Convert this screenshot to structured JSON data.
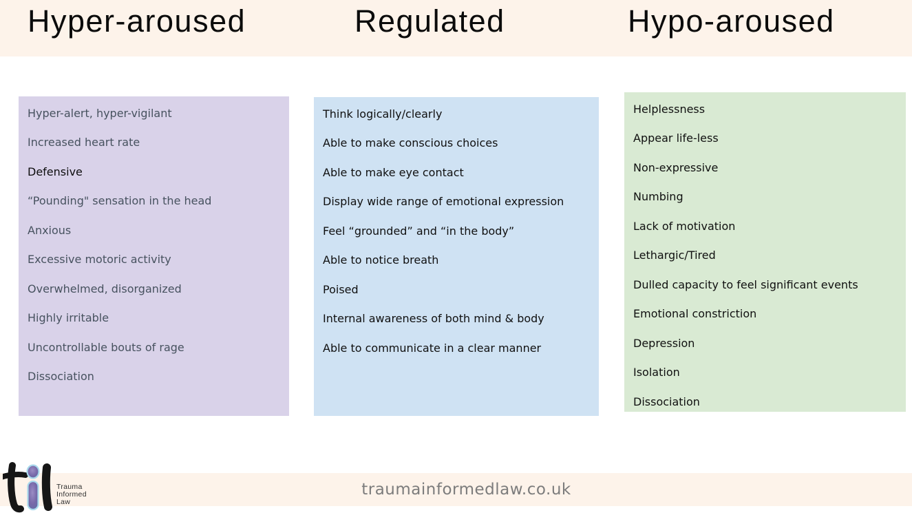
{
  "header": {
    "titles": [
      "Hyper-aroused",
      "Regulated",
      "Hypo-aroused"
    ]
  },
  "columns": [
    {
      "name": "hyper-aroused",
      "bg": "#d9d2e9",
      "items": [
        {
          "text": "Hyper-alert, hyper-vigilant"
        },
        {
          "text": "Increased heart rate"
        },
        {
          "text": "Defensive",
          "em": true
        },
        {
          "text": "“Pounding\" sensation in the head"
        },
        {
          "text": "Anxious"
        },
        {
          "text": "Excessive motoric activity"
        },
        {
          "text": "Overwhelmed, disorganized"
        },
        {
          "text": "Highly irritable"
        },
        {
          "text": "Uncontrollable bouts of rage"
        },
        {
          "text": "Dissociation"
        }
      ]
    },
    {
      "name": "regulated",
      "bg": "#cfe2f3",
      "items": [
        {
          "text": "Think logically/clearly"
        },
        {
          "text": "Able to make conscious choices"
        },
        {
          "text": "Able to make eye contact"
        },
        {
          "text": "Display wide range of emotional expression"
        },
        {
          "text": "Feel “grounded” and “in the body”"
        },
        {
          "text": "Able to notice breath"
        },
        {
          "text": "Poised"
        },
        {
          "text": "Internal awareness of both mind & body"
        },
        {
          "text": "Able to communicate in a clear manner"
        }
      ]
    },
    {
      "name": "hypo-aroused",
      "bg": "#d9ead3",
      "items": [
        {
          "text": "Helplessness"
        },
        {
          "text": "Appear life-less"
        },
        {
          "text": "Non-expressive"
        },
        {
          "text": "Numbing"
        },
        {
          "text": "Lack of motivation"
        },
        {
          "text": "Lethargic/Tired"
        },
        {
          "text": "Dulled capacity to feel significant events"
        },
        {
          "text": "Emotional constriction"
        },
        {
          "text": "Depression"
        },
        {
          "text": "Isolation"
        },
        {
          "text": "Dissociation"
        }
      ]
    }
  ],
  "footer": {
    "website": "traumainformedlaw.co.uk",
    "logo_text": "til",
    "logo_tagline": [
      "Trauma",
      "Informed",
      "Law"
    ]
  },
  "colors": {
    "band_bg": "#fdf3ea",
    "hyper_bg": "#d9d2e9",
    "regulated_bg": "#cfe2f3",
    "hypo_bg": "#d9ead3",
    "hyper_text": "#47525f",
    "body_text": "#101010",
    "footer_text": "#7c7c7c",
    "logo_purple": "#7668a8",
    "logo_blue_ring": "#a9d9ec"
  }
}
